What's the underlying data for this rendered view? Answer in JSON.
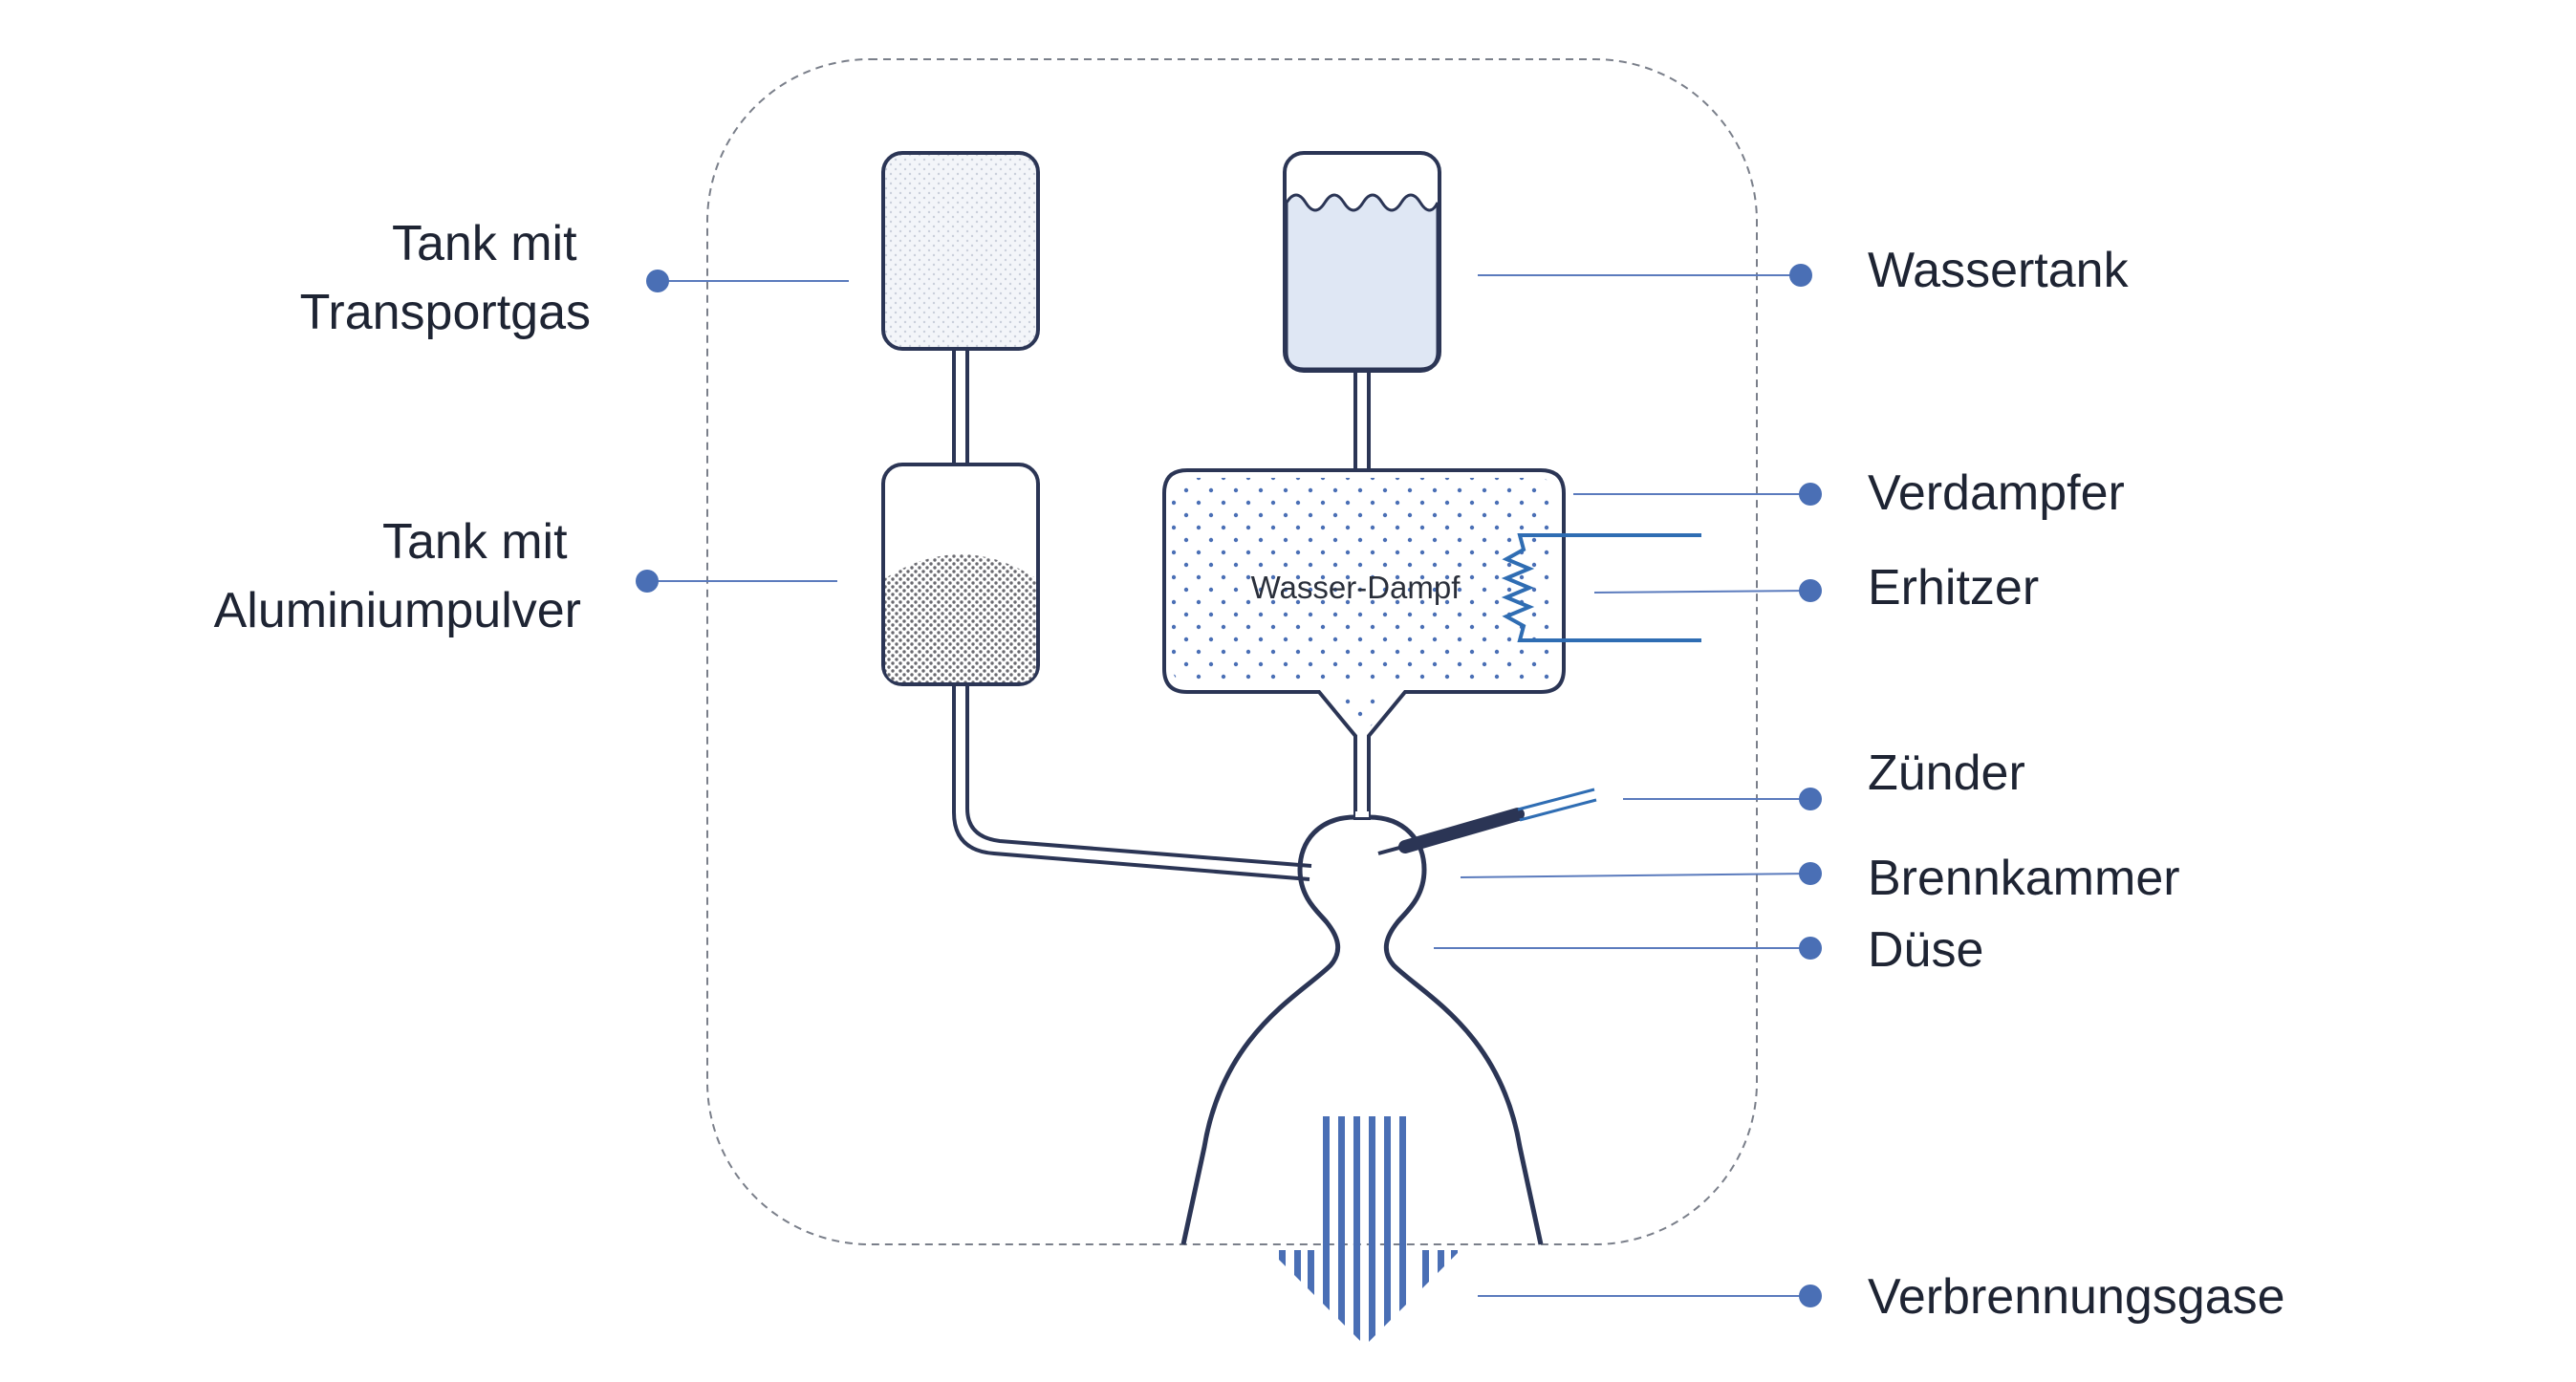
{
  "labels": {
    "tank_transportgas": [
      "Tank mit",
      "Transportgas"
    ],
    "tank_aluminium": [
      "Tank mit",
      "Aluminiumpulver"
    ],
    "wassertank": "Wassertank",
    "verdampfer": "Verdampfer",
    "erhitzer": "Erhitzer",
    "zuender": "Zünder",
    "brennkammer": "Brennkammer",
    "duese": "Düse",
    "verbrennungsgase": "Verbrennungsgase",
    "wasser_dampf": "Wasser-Dampf"
  },
  "colors": {
    "outline": "#2b3555",
    "accent": "#4a6fb5",
    "heater": "#2f6db3",
    "water_fill": "#dfe7f4",
    "exhaust": "#4a6fb5"
  }
}
